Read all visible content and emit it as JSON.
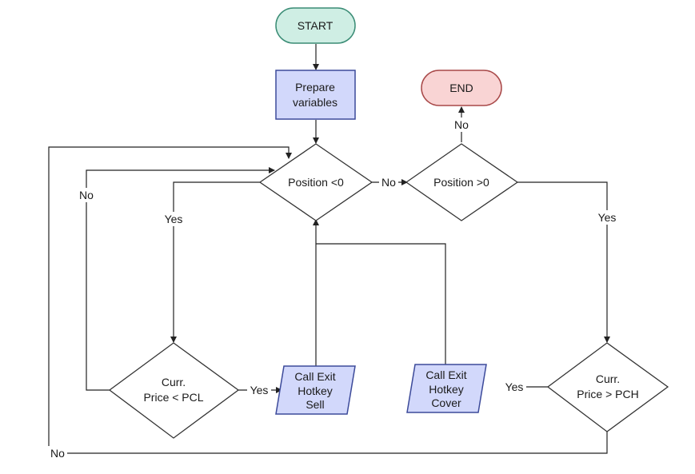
{
  "nodes": {
    "start": {
      "label": "START",
      "fill": "#cfeee4",
      "stroke": "#3a8c75"
    },
    "prepare": {
      "lines": [
        "Prepare",
        "variables"
      ],
      "fill": "#d2d8fb",
      "stroke": "#3c4a9a"
    },
    "end": {
      "label": "END",
      "fill": "#f9d4d4",
      "stroke": "#a84848"
    },
    "pos_lt": {
      "label": "Position <0"
    },
    "pos_gt": {
      "label": "Position >0"
    },
    "price_pcl": {
      "lines": [
        "Curr.",
        "Price < PCL"
      ]
    },
    "price_pch": {
      "lines": [
        "Curr.",
        "Price > PCH"
      ]
    },
    "exit_sell": {
      "lines": [
        "Call Exit",
        "Hotkey",
        "Sell"
      ],
      "fill": "#d2d8fb",
      "stroke": "#3c4a9a"
    },
    "exit_cover": {
      "lines": [
        "Call Exit",
        "Hotkey",
        "Cover"
      ],
      "fill": "#d2d8fb",
      "stroke": "#3c4a9a"
    }
  },
  "edges": {
    "pos_lt_no": "No",
    "pos_gt_no": "No",
    "pos_lt_yes": "Yes",
    "pos_gt_yes": "Yes",
    "pcl_no": "No",
    "pcl_yes": "Yes",
    "pch_yes": "Yes",
    "pch_no": "No"
  },
  "colors": {
    "line": "#222222",
    "decision_stroke": "#333333",
    "decision_fill": "#ffffff"
  }
}
